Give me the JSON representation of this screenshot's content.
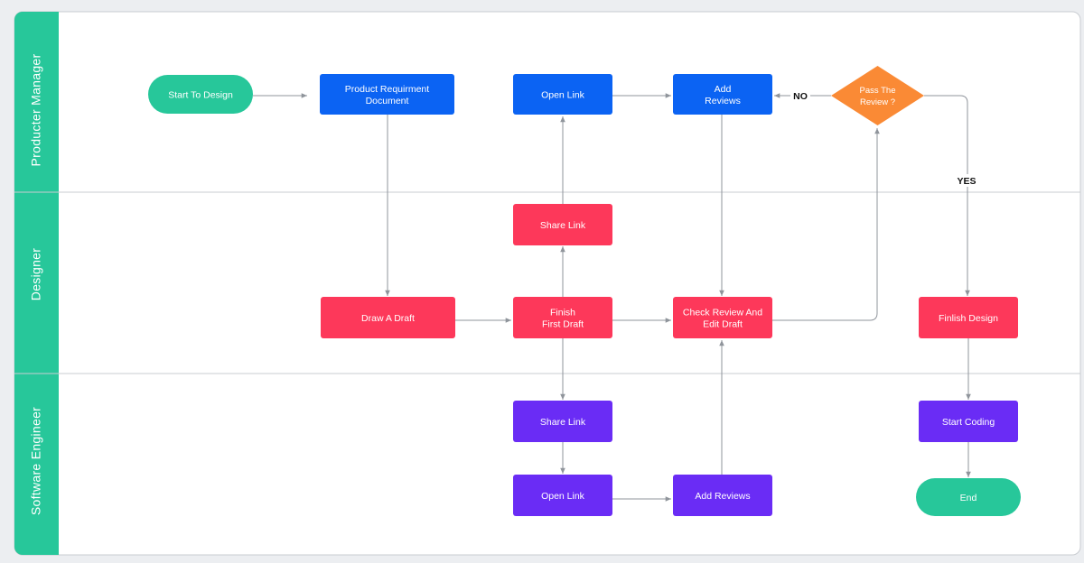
{
  "colors": {
    "manager": "#0b63f3",
    "designer": "#fd385a",
    "engineer": "#6a2cf5",
    "terminal": "#27c79a",
    "decision": "#fa8a35"
  },
  "lanes": [
    {
      "id": "manager",
      "label": "Producter Manager"
    },
    {
      "id": "designer",
      "label": "Designer"
    },
    {
      "id": "engineer",
      "label": "Software Engineer"
    }
  ],
  "nodes": [
    {
      "id": "start",
      "shape": "terminal",
      "role": "terminal",
      "lines": [
        "Start To Design"
      ]
    },
    {
      "id": "prd",
      "shape": "process",
      "role": "manager",
      "lines": [
        "Product Requirment",
        "Document"
      ]
    },
    {
      "id": "pm_open_link",
      "shape": "process",
      "role": "manager",
      "lines": [
        "Open Link"
      ]
    },
    {
      "id": "pm_add_reviews",
      "shape": "process",
      "role": "manager",
      "lines": [
        "Add",
        "Reviews"
      ]
    },
    {
      "id": "pass_review",
      "shape": "decision",
      "role": "decision",
      "lines": [
        "Pass The",
        "Review ?"
      ]
    },
    {
      "id": "d_share_link",
      "shape": "process",
      "role": "designer",
      "lines": [
        "Share Link"
      ]
    },
    {
      "id": "draw_draft",
      "shape": "process",
      "role": "designer",
      "lines": [
        "Draw A Draft"
      ]
    },
    {
      "id": "finish_first",
      "shape": "process",
      "role": "designer",
      "lines": [
        "Finish",
        "First Draft"
      ]
    },
    {
      "id": "check_review",
      "shape": "process",
      "role": "designer",
      "lines": [
        "Check Review And",
        "Edit Draft"
      ]
    },
    {
      "id": "finish_design",
      "shape": "process",
      "role": "designer",
      "lines": [
        "Finlish Design"
      ]
    },
    {
      "id": "se_share_link",
      "shape": "process",
      "role": "engineer",
      "lines": [
        "Share Link"
      ]
    },
    {
      "id": "se_open_link",
      "shape": "process",
      "role": "engineer",
      "lines": [
        "Open Link"
      ]
    },
    {
      "id": "se_add_reviews",
      "shape": "process",
      "role": "engineer",
      "lines": [
        "Add Reviews"
      ]
    },
    {
      "id": "start_coding",
      "shape": "process",
      "role": "engineer",
      "lines": [
        "Start Coding"
      ]
    },
    {
      "id": "end",
      "shape": "terminal",
      "role": "terminal",
      "lines": [
        "End"
      ]
    }
  ],
  "edges": [
    {
      "id": "e1",
      "from": "start",
      "to": "prd",
      "label": ""
    },
    {
      "id": "e2",
      "from": "prd",
      "to": "draw_draft",
      "label": ""
    },
    {
      "id": "e3",
      "from": "draw_draft",
      "to": "finish_first",
      "label": ""
    },
    {
      "id": "e4",
      "from": "finish_first",
      "to": "d_share_link",
      "label": ""
    },
    {
      "id": "e5",
      "from": "d_share_link",
      "to": "pm_open_link",
      "label": ""
    },
    {
      "id": "e6",
      "from": "pm_open_link",
      "to": "pm_add_reviews",
      "label": ""
    },
    {
      "id": "e7",
      "from": "pm_add_reviews",
      "to": "check_review",
      "label": ""
    },
    {
      "id": "e8",
      "from": "finish_first",
      "to": "check_review",
      "label": ""
    },
    {
      "id": "e9",
      "from": "check_review",
      "to": "pass_review",
      "label": ""
    },
    {
      "id": "e10",
      "from": "pass_review",
      "to": "pm_add_reviews",
      "label": "NO"
    },
    {
      "id": "e11",
      "from": "pass_review",
      "to": "finish_design",
      "label": "YES"
    },
    {
      "id": "e12",
      "from": "finish_first",
      "to": "se_share_link",
      "label": ""
    },
    {
      "id": "e13",
      "from": "se_share_link",
      "to": "se_open_link",
      "label": ""
    },
    {
      "id": "e14",
      "from": "se_open_link",
      "to": "se_add_reviews",
      "label": ""
    },
    {
      "id": "e15",
      "from": "se_add_reviews",
      "to": "check_review",
      "label": ""
    },
    {
      "id": "e16",
      "from": "finish_design",
      "to": "start_coding",
      "label": ""
    },
    {
      "id": "e17",
      "from": "start_coding",
      "to": "end",
      "label": ""
    }
  ]
}
